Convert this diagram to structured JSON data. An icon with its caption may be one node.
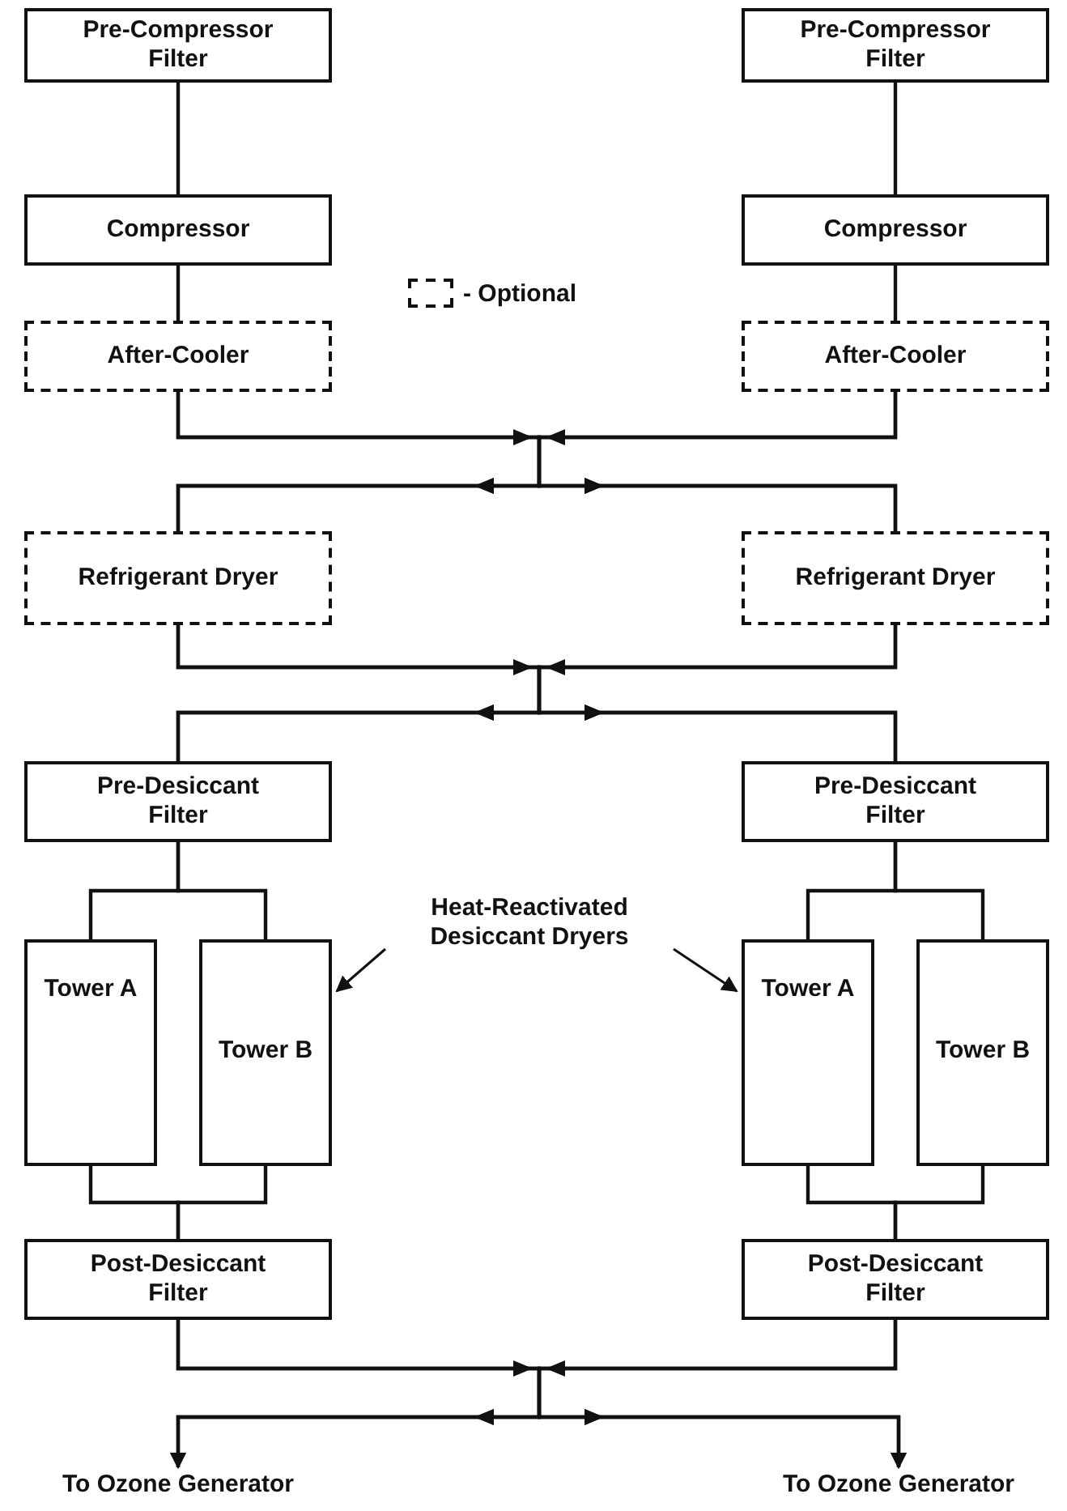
{
  "diagram": {
    "nodes": [
      {
        "text": [
          "Pre-Compressor Filter"
        ]
      },
      {
        "text": [
          "Pre-Compressor Filter"
        ]
      },
      {
        "text": [
          "Compressor"
        ]
      },
      {
        "text": [
          "Compressor"
        ]
      },
      {
        "text": [
          "After-Cooler"
        ]
      },
      {
        "text": [
          "After-Cooler"
        ]
      },
      {
        "text": [
          "Refrigerant Dryer"
        ]
      },
      {
        "text": [
          "Refrigerant Dryer"
        ]
      },
      {
        "text": [
          "Pre-Desiccant Filter"
        ]
      },
      {
        "text": [
          "Pre-Desiccant Filter"
        ]
      },
      {
        "text": [
          "Tower A"
        ]
      },
      {
        "text": [
          "Tower B"
        ]
      },
      {
        "text": [
          "Heat-Reactivated Desiccant Dryers"
        ]
      },
      {
        "text": [
          "Tower A"
        ]
      },
      {
        "text": [
          "Tower B"
        ]
      },
      {
        "text": [
          "Post-Desiccant Filter"
        ]
      },
      {
        "text": [
          "Post-Desiccant Filter"
        ]
      },
      {
        "text": [
          "To Ozone Generator"
        ]
      },
      {
        "text": [
          "To Ozone Generator"
        ]
      }
    ],
    "edges": [
      {
        "from": 0,
        "to": 2,
        "arrow": "none"
      },
      {
        "from": 1,
        "to": 3,
        "arrow": "none"
      },
      {
        "from": 2,
        "to": 4,
        "arrow": "none"
      },
      {
        "from": 3,
        "to": 5,
        "arrow": "none"
      },
      {
        "from": 4,
        "to": 6,
        "arrow": "to"
      },
      {
        "from": 4,
        "to": 7,
        "arrow": "to"
      },
      {
        "from": 5,
        "to": 6,
        "arrow": "to"
      },
      {
        "from": 5,
        "to": 7,
        "arrow": "to"
      },
      {
        "from": 6,
        "to": 8,
        "arrow": "to"
      },
      {
        "from": 6,
        "to": 9,
        "arrow": "to"
      },
      {
        "from": 7,
        "to": 8,
        "arrow": "to"
      },
      {
        "from": 7,
        "to": 9,
        "arrow": "to"
      },
      {
        "from": 8,
        "to": 10,
        "arrow": "none"
      },
      {
        "from": 8,
        "to": 11,
        "arrow": "none"
      },
      {
        "from": 9,
        "to": 13,
        "arrow": "none"
      },
      {
        "from": 9,
        "to": 14,
        "arrow": "none"
      },
      {
        "from": 10,
        "to": 15,
        "arrow": "none"
      },
      {
        "from": 11,
        "to": 15,
        "arrow": "none"
      },
      {
        "from": 13,
        "to": 16,
        "arrow": "none"
      },
      {
        "from": 14,
        "to": 16,
        "arrow": "none"
      },
      {
        "from": 15,
        "to": 17,
        "arrow": "to"
      },
      {
        "from": 15,
        "to": 18,
        "arrow": "to"
      },
      {
        "from": 16,
        "to": 17,
        "arrow": "to"
      },
      {
        "from": 16,
        "to": 18,
        "arrow": "to"
      },
      {
        "from": 12,
        "to": 11,
        "arrow": "to"
      },
      {
        "from": 12,
        "to": 13,
        "arrow": "to"
      }
    ],
    "legend": [
      {
        "text": "- Optional"
      }
    ]
  }
}
